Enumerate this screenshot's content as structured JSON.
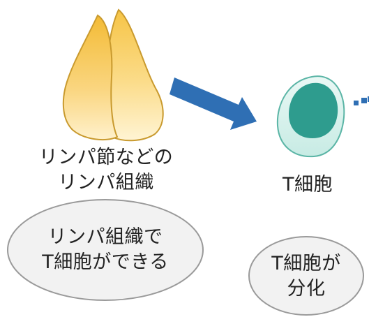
{
  "colors": {
    "node_fill_light": "#fef2c6",
    "node_fill_dark": "#f8c44a",
    "node_stroke": "#c99a2e",
    "arrow": "#2f6fb4",
    "cell_outer": "#d9f1ec",
    "cell_stroke": "#5bb5a6",
    "cell_nucleus": "#2e9c8e",
    "bubble_fill": "#f2f2f2",
    "bubble_stroke": "#9a9a9a",
    "text": "#222222"
  },
  "icons": {
    "lymph": "lymph-node-icon",
    "tcell": "t-cell-icon",
    "arrow": "right-arrow-icon",
    "dotted_arrow": "dotted-arrow-icon"
  },
  "lymph_tissue": {
    "label_line1": "リンパ節などの",
    "label_line2": "リンパ組織"
  },
  "t_cell": {
    "label": "T細胞"
  },
  "bubbles": {
    "left_line1": "リンパ組織で",
    "left_line2": "T細胞ができる",
    "right_line1": "T細胞が",
    "right_line2": "分化"
  }
}
